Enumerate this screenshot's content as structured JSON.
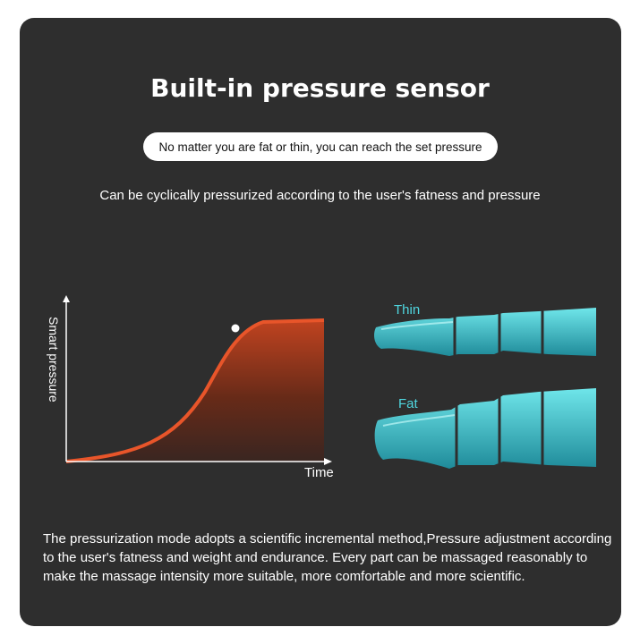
{
  "title": "Built-in pressure sensor",
  "pill_text": "No matter you are fat or thin, you can reach the set pressure",
  "subtitle": "Can be cyclically pressurized according to the user's fatness and pressure",
  "chart": {
    "ylabel": "Smart pressure",
    "xlabel": "Time"
  },
  "illustration": {
    "thin_label": "Thin",
    "fat_label": "Fat"
  },
  "description": "The pressurization mode adopts a scientific incremental method,Pressure adjustment according to the user's fatness and weight and endurance. Every part can be massaged reasonably to make the massage intensity more suitable, more comfortable and more scientific.",
  "colors": {
    "background": "#2e2e2e",
    "curve": "#e8552a",
    "leg": "#4fd7e0"
  }
}
